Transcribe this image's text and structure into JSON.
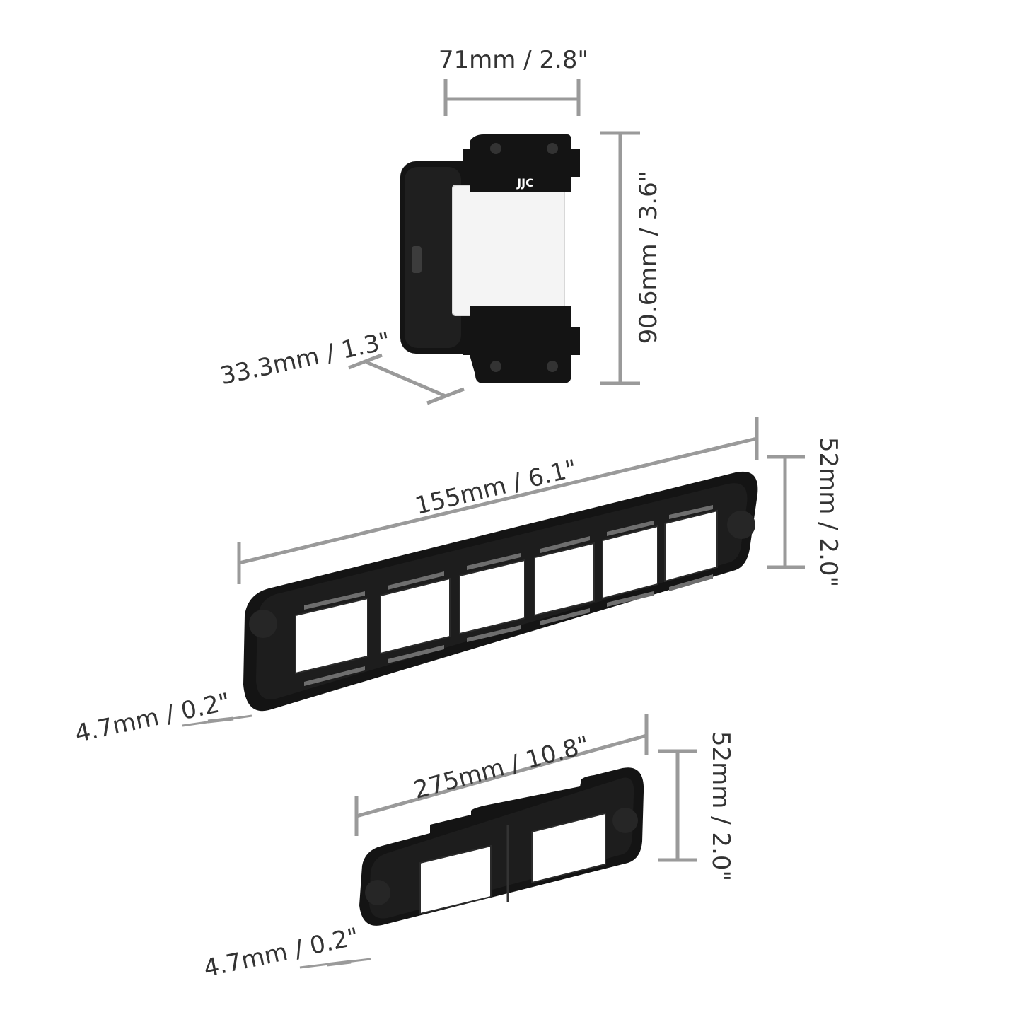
{
  "brand": {
    "logo_text": "JJC"
  },
  "colors": {
    "dimension_line": "#9a9a9a",
    "dimension_text": "#333333",
    "product_black": "#141414",
    "light_panel": "#f4f4f4"
  },
  "light_panel": {
    "width_label": "71mm / 2.8\"",
    "height_label": "90.6mm / 3.6\"",
    "depth_label": "33.3mm / 1.3\""
  },
  "film_holder_35mm": {
    "width_label": "155mm / 6.1\"",
    "height_label": "52mm / 2.0\"",
    "thickness_label": "4.7mm / 0.2\""
  },
  "slide_holder": {
    "width_label": "275mm / 10.8\"",
    "height_label": "52mm / 2.0\"",
    "thickness_label": "4.7mm / 0.2\""
  }
}
